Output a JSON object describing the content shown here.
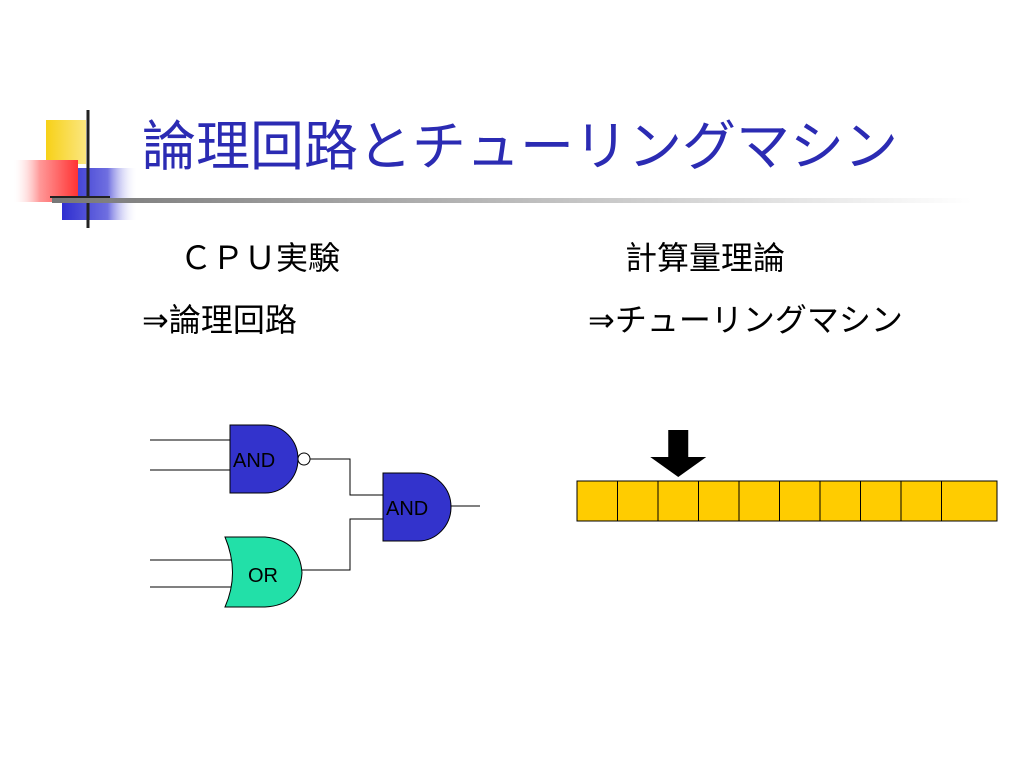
{
  "slide": {
    "title": "論理回路とチューリングマシン"
  },
  "left_column": {
    "line1": "ＣＰＵ実験",
    "line2": "⇒論理回路"
  },
  "right_column": {
    "line1": "計算量理論",
    "line2": "⇒チューリングマシン"
  },
  "circuit": {
    "gate1_label": "AND",
    "gate2_label": "AND",
    "gate3_label": "OR"
  },
  "tape": {
    "cell_count": 10,
    "head_cell_index": 2
  },
  "colors": {
    "title": "#2b2bb3",
    "and_gate": "#3333cc",
    "or_gate": "#22e0a8",
    "tape_cell": "#ffcc00",
    "deco_yellow": "#f7d117",
    "deco_red": "#ff5555",
    "deco_blue": "#2f2fd0"
  }
}
